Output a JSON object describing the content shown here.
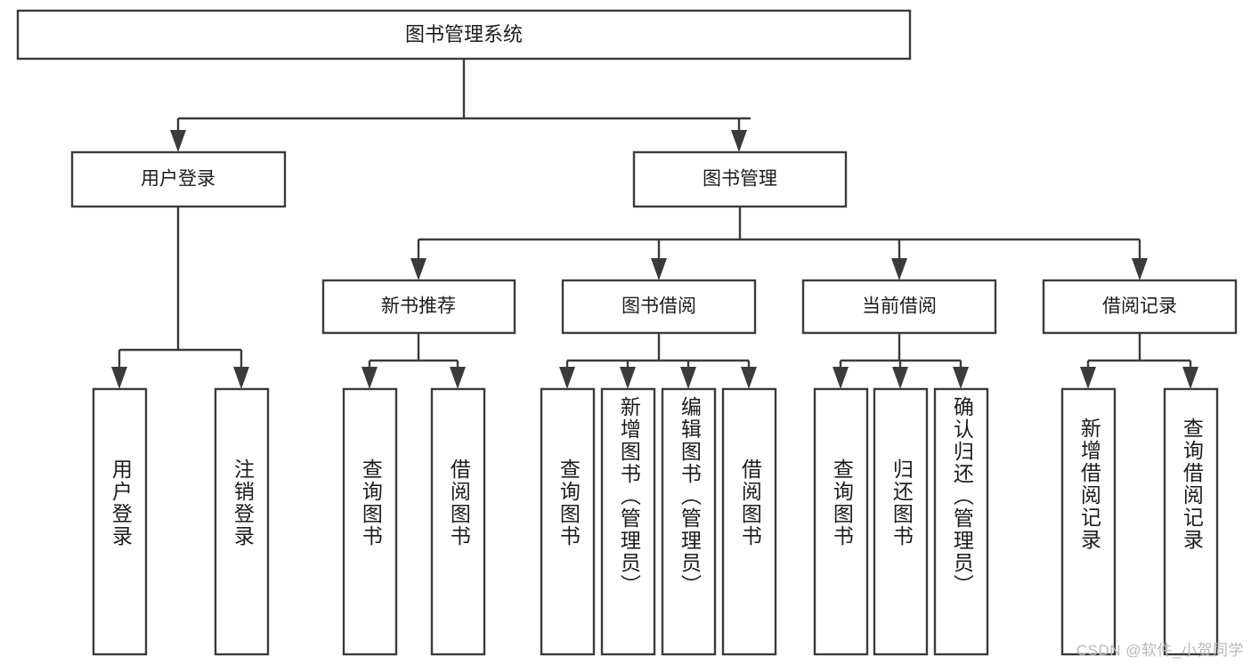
{
  "diagram": {
    "type": "hierarchy-tree",
    "title": "图书管理系统",
    "watermark": "CSDN @软件_小贺同学",
    "colors": {
      "box_stroke": "#3b3b3b",
      "box_fill": "#ffffff",
      "text": "#1c1c1c",
      "connector": "#3b3b3b",
      "watermark": "#b9b9b9",
      "background": "#ffffff"
    },
    "root": {
      "id": "root",
      "label": "图书管理系统"
    },
    "level1": [
      {
        "id": "user-login",
        "label": "用户登录"
      },
      {
        "id": "book-management",
        "label": "图书管理"
      }
    ],
    "level2": [
      {
        "id": "new-book-recommend",
        "label": "新书推荐",
        "parent": "book-management"
      },
      {
        "id": "book-borrow",
        "label": "图书借阅",
        "parent": "book-management"
      },
      {
        "id": "current-borrow",
        "label": "当前借阅",
        "parent": "book-management"
      },
      {
        "id": "borrow-record",
        "label": "借阅记录",
        "parent": "book-management"
      }
    ],
    "leaves": [
      {
        "id": "leaf-user-login",
        "label": "用户登录",
        "parent": "user-login"
      },
      {
        "id": "leaf-logout-login",
        "label": "注销登录",
        "parent": "user-login"
      },
      {
        "id": "leaf-query-book-1",
        "label": "查询图书",
        "parent": "new-book-recommend"
      },
      {
        "id": "leaf-borrow-book-1",
        "label": "借阅图书",
        "parent": "new-book-recommend"
      },
      {
        "id": "leaf-query-book-2",
        "label": "查询图书",
        "parent": "book-borrow"
      },
      {
        "id": "leaf-add-book",
        "label": "新增图书（管理员）",
        "parent": "book-borrow"
      },
      {
        "id": "leaf-edit-book",
        "label": "编辑图书（管理员）",
        "parent": "book-borrow"
      },
      {
        "id": "leaf-borrow-book-2",
        "label": "借阅图书",
        "parent": "book-borrow"
      },
      {
        "id": "leaf-query-book-3",
        "label": "查询图书",
        "parent": "current-borrow"
      },
      {
        "id": "leaf-return-book",
        "label": "归还图书",
        "parent": "current-borrow"
      },
      {
        "id": "leaf-confirm-return",
        "label": "确认归还（管理员）",
        "parent": "current-borrow"
      },
      {
        "id": "leaf-add-record",
        "label": "新增借阅记录",
        "parent": "borrow-record"
      },
      {
        "id": "leaf-query-record",
        "label": "查询借阅记录",
        "parent": "borrow-record"
      }
    ]
  }
}
